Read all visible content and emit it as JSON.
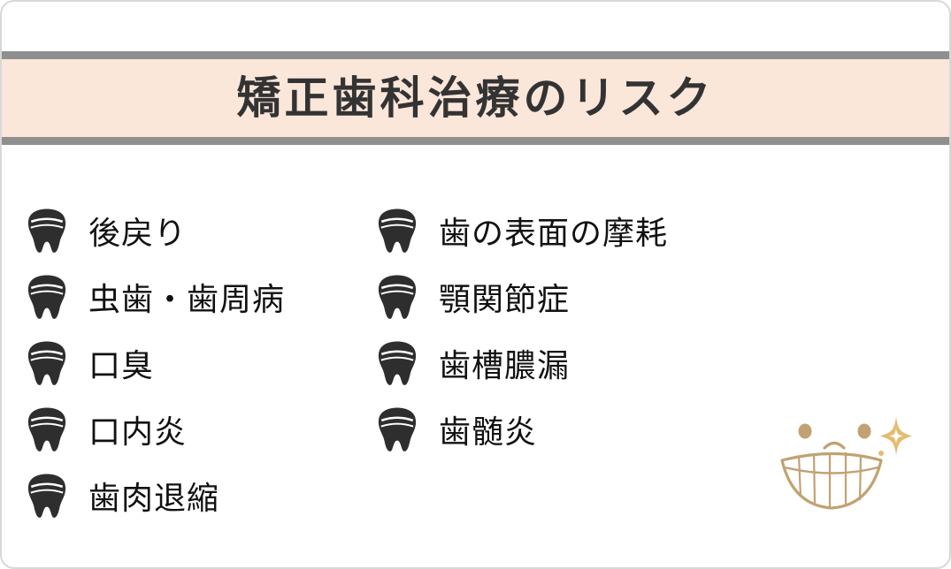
{
  "header": {
    "title": "矯正歯科治療のリスク"
  },
  "risks": {
    "left": [
      "後戻り",
      "虫歯・歯周病",
      "口臭",
      "口内炎",
      "歯肉退縮"
    ],
    "right": [
      "歯の表面の摩耗",
      "顎関節症",
      "歯槽膿漏",
      "歯髄炎"
    ]
  },
  "colors": {
    "band_pink": "#fbe6da",
    "bar_gray": "#8f8f8f",
    "tooth_dark": "#2e2e2e",
    "text_dark": "#111111",
    "illustration_tan": "#c2a272",
    "sparkle_gold": "#e3bd6f"
  },
  "icons": {
    "list_bullet": "tooth-icon",
    "footer_art": "smiling-mouth-illustration",
    "footer_sparkle": "sparkle-icon"
  }
}
